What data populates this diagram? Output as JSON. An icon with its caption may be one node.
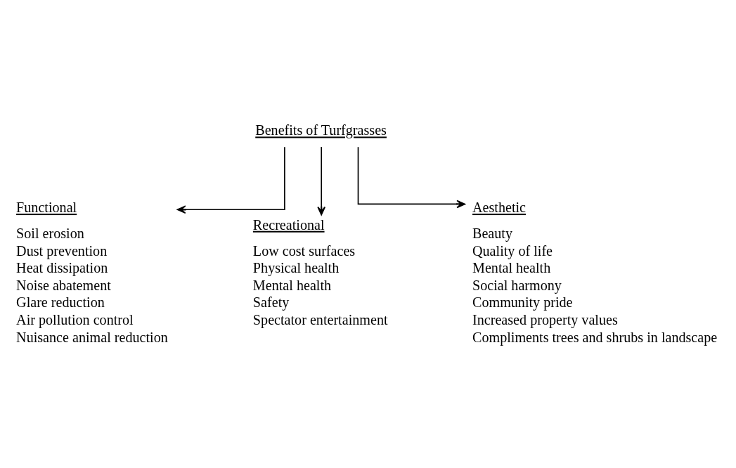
{
  "diagram": {
    "nodes": [
      {
        "text": [
          "Benefits of Turfgrasses"
        ]
      },
      {
        "text": [
          "Functional",
          "Soil erosion",
          "Dust prevention",
          "Heat dissipation",
          "Noise abatement",
          "Glare reduction",
          "Air pollution control",
          "Nuisance animal reduction"
        ]
      },
      {
        "text": [
          "Recreational",
          "Low cost surfaces",
          "Physical health",
          "Mental health",
          "Safety",
          "Spectator entertainment"
        ]
      },
      {
        "text": [
          "Aesthetic",
          "Beauty",
          "Quality of life",
          "Mental health",
          "Social harmony",
          "Community pride",
          "Increased property values",
          "Compliments trees and shrubs in landscape"
        ]
      }
    ],
    "edges": [
      {
        "from": 0,
        "to": 1,
        "arrow": "to"
      },
      {
        "from": 0,
        "to": 2,
        "arrow": "to"
      },
      {
        "from": 0,
        "to": 3,
        "arrow": "to"
      }
    ]
  }
}
